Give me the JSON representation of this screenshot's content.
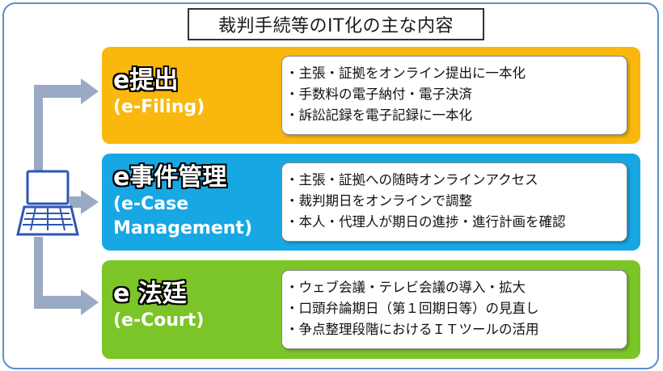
{
  "title": "裁判手続等のIT化の主な内容",
  "colors": {
    "frame_border": "#5b8ec9",
    "filing": "#fab80e",
    "case": "#17a7e3",
    "court": "#7cc528",
    "arrow": "#9aaac4",
    "laptop": "#2f56b3"
  },
  "icons": [
    "laptop-icon",
    "arrow-right-icon"
  ],
  "sections": [
    {
      "id": "filing",
      "name": "e提出",
      "english": "(e-Filing)",
      "items": [
        "主張・証拠をオンライン提出に一本化",
        "手数料の電子納付・電子決済",
        "訴訟記録を電子記録に一本化"
      ]
    },
    {
      "id": "case",
      "name": "e事件管理",
      "english_lines": [
        "(e-Case",
        "Management)"
      ],
      "items": [
        "主張・証拠への随時オンラインアクセス",
        "裁判期日をオンラインで調整",
        "本人・代理人が期日の進捗・進行計画を確認"
      ]
    },
    {
      "id": "court",
      "name": "e 法廷",
      "english": "(e-Court)",
      "items": [
        "ウェブ会議・テレビ会議の導入・拡大",
        "口頭弁論期日（第１回期日等）の見直し",
        "争点整理段階におけるＩＴツールの活用"
      ]
    }
  ]
}
